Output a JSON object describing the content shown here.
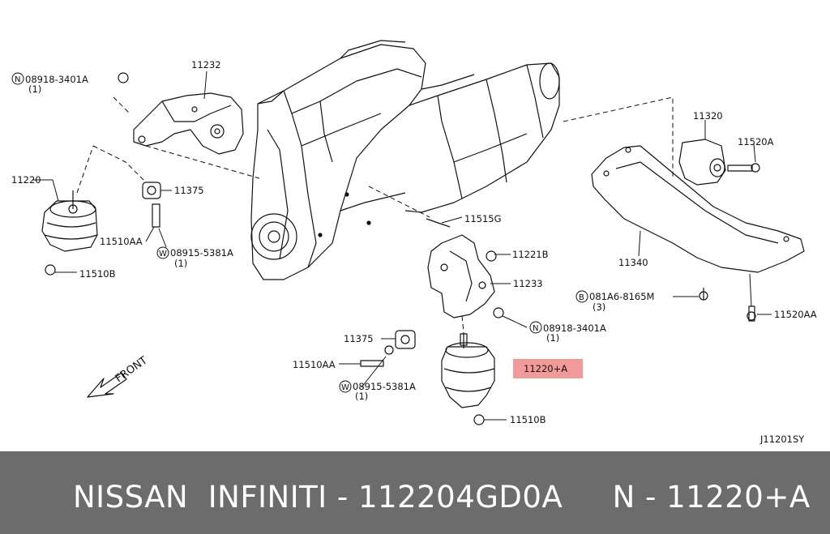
{
  "diagram": {
    "labels": {
      "n08918_top": "08918-3401A",
      "qty1_a": "(1)",
      "p11232": "11232",
      "p11220": "11220",
      "p11375_left": "11375",
      "p11510AA_left": "11510AA",
      "w08915_left": "08915-5381A",
      "qty1_b": "(1)",
      "p11510B_left": "11510B",
      "p11515G": "11515G",
      "p11221B": "11221B",
      "p11233": "11233",
      "n08918_mid": "08918-3401A",
      "qty1_c": "(1)",
      "p11375_mid": "11375",
      "p11510AA_mid": "11510AA",
      "w08915_mid": "08915-5381A",
      "qty1_d": "(1)",
      "p11220A": "11220+A",
      "p11510B_mid": "11510B",
      "p11320": "11320",
      "p11520A": "11520A",
      "p11340": "11340",
      "b081A6": "081A6-8165M",
      "qty3": "(3)",
      "p11520AA": "11520AA",
      "front": "FRONT",
      "ref_code": "J11201SY"
    },
    "prefix_symbols": {
      "nut": "N",
      "washer": "W",
      "bolt": "B"
    },
    "highlight_color": "#f29a9a"
  },
  "banner": {
    "text": "NISSAN  INFINITI - 112204GD0A     N - 11220+A"
  }
}
